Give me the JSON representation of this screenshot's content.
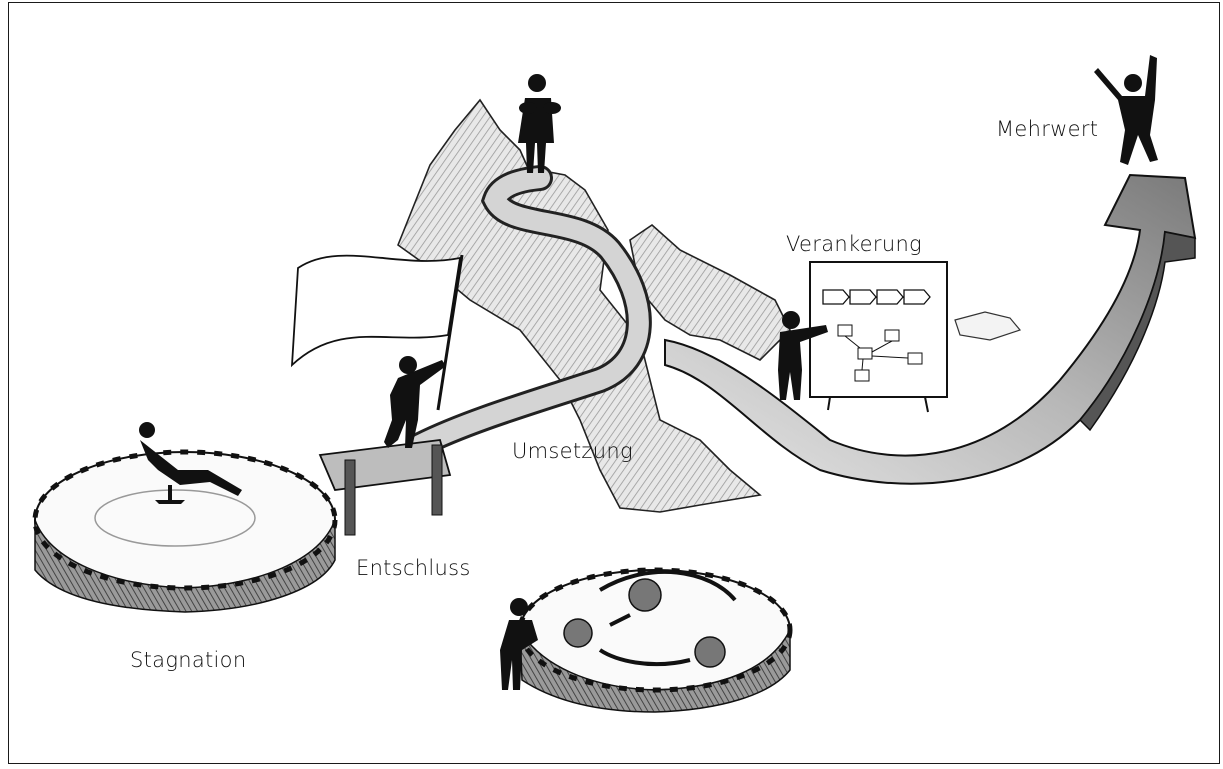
{
  "labels": {
    "stagnation": "Stagnation",
    "entschluss": "Entschluss",
    "umsetzung": "Umsetzung",
    "verankerung": "Verankerung",
    "mehrwert": "Mehrwert"
  },
  "colors": {
    "ink": "#111111",
    "shade": "#8a8a8a",
    "light": "#cfcfcf",
    "paper": "#ffffff"
  },
  "icons": [
    "gear-icon",
    "person-icon",
    "flag-icon",
    "arrow-icon",
    "binoculars-icon",
    "chair-icon",
    "board-icon"
  ]
}
